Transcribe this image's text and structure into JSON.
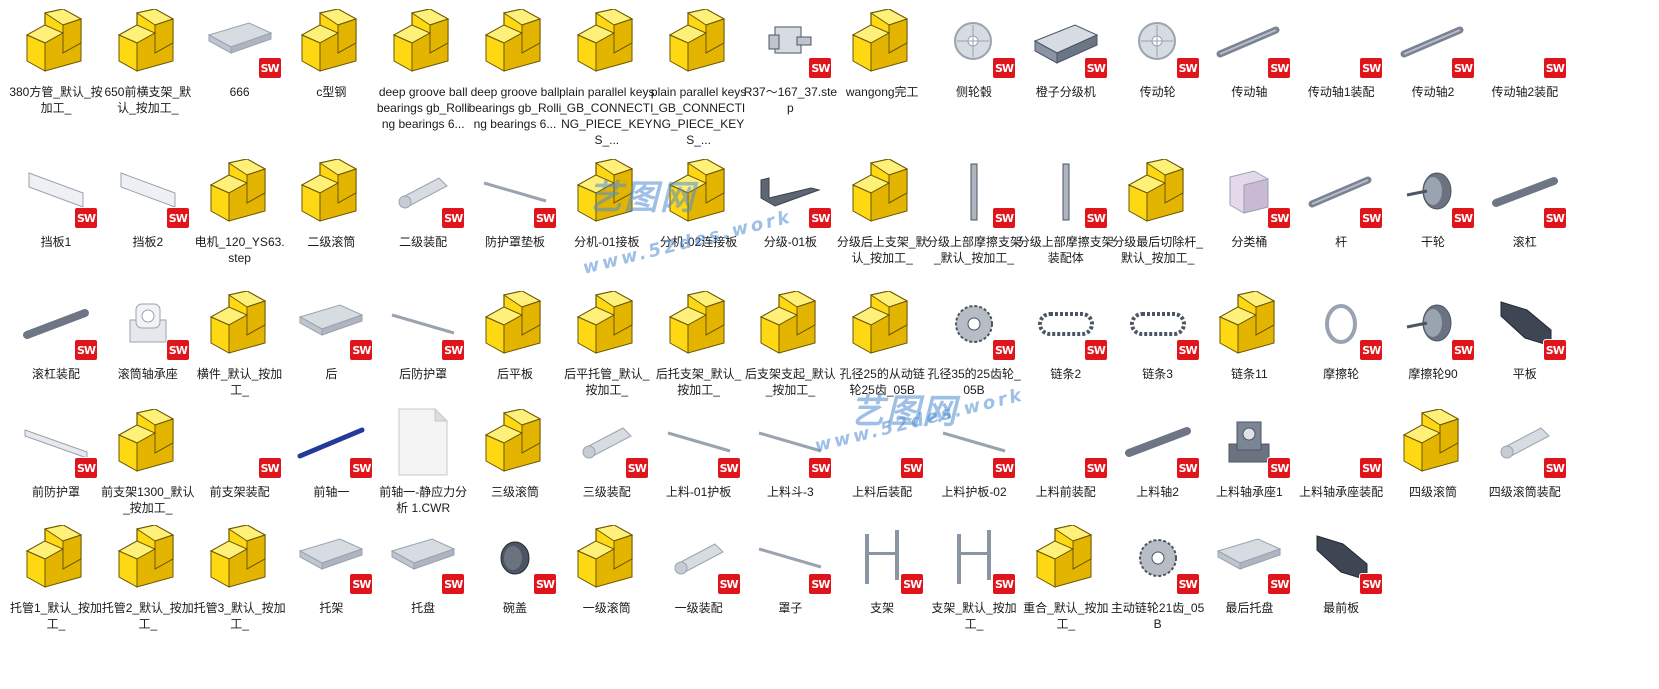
{
  "files": [
    {
      "label": "380方管_默认_按加工_",
      "icon": "folder-part"
    },
    {
      "label": "650前横支架_默认_按加工_",
      "icon": "folder-part"
    },
    {
      "label": "666",
      "icon": "sw-tray"
    },
    {
      "label": "c型钢",
      "icon": "folder-part"
    },
    {
      "label": "deep groove ball bearings gb_Rolling bearings 6...",
      "icon": "folder-part"
    },
    {
      "label": "deep groove ball bearings gb_Rolling bearings 6...",
      "icon": "folder-part"
    },
    {
      "label": "plain parallel keys_GB_CONNECTING_PIECE_KEYS_...",
      "icon": "folder-part"
    },
    {
      "label": "plain parallel keys_GB_CONNECTING_PIECE_KEYS_...",
      "icon": "folder-part"
    },
    {
      "label": "R37～167_37.step",
      "icon": "sw-gearbox"
    },
    {
      "label": "wangong完工",
      "icon": "folder-part"
    },
    {
      "label": "侧轮毂",
      "icon": "sw-wheel"
    },
    {
      "label": "橙子分级机",
      "icon": "sw-machine"
    },
    {
      "label": "传动轮",
      "icon": "sw-wheel"
    },
    {
      "label": "传动轴",
      "icon": "sw-shaft"
    },
    {
      "label": "传动轴1装配",
      "icon": "sw-blank"
    },
    {
      "label": "传动轴2",
      "icon": "sw-shaft"
    },
    {
      "label": "传动轴2装配",
      "icon": "sw-blank"
    },
    {
      "label": "挡板1",
      "icon": "sw-plate"
    },
    {
      "label": "挡板2",
      "icon": "sw-plate"
    },
    {
      "label": "电机_120_YS63.step",
      "icon": "folder-part"
    },
    {
      "label": "二级滚筒",
      "icon": "folder-part"
    },
    {
      "label": "二级装配",
      "icon": "sw-drum"
    },
    {
      "label": "防护罩垫板",
      "icon": "sw-rod"
    },
    {
      "label": "分机-01接板",
      "icon": "folder-part"
    },
    {
      "label": "分机-02连接板",
      "icon": "folder-part"
    },
    {
      "label": "分级-01板",
      "icon": "sw-bracket"
    },
    {
      "label": "分级后上支架_默认_按加工_",
      "icon": "folder-part"
    },
    {
      "label": "分级上部摩擦支架_默认_按加工_",
      "icon": "sw-vrod"
    },
    {
      "label": "分级上部摩擦支架装配体",
      "icon": "sw-vrod"
    },
    {
      "label": "分级最后切除杆_默认_按加工_",
      "icon": "folder-part"
    },
    {
      "label": "分类桶",
      "icon": "sw-box"
    },
    {
      "label": "杆",
      "icon": "sw-shaft"
    },
    {
      "label": "干轮",
      "icon": "sw-pulley"
    },
    {
      "label": "滚杠",
      "icon": "sw-roller"
    },
    {
      "label": "滚杠装配",
      "icon": "sw-roller"
    },
    {
      "label": "滚筒轴承座",
      "icon": "sw-bearing"
    },
    {
      "label": "横件_默认_按加工_",
      "icon": "folder-part"
    },
    {
      "label": "后",
      "icon": "sw-tray"
    },
    {
      "label": "后防护罩",
      "icon": "sw-rod"
    },
    {
      "label": "后平板",
      "icon": "folder-part"
    },
    {
      "label": "后平托管_默认_按加工_",
      "icon": "folder-part"
    },
    {
      "label": "后托支架_默认_按加工_",
      "icon": "folder-part"
    },
    {
      "label": "后支架支起_默认_按加工_",
      "icon": "folder-part"
    },
    {
      "label": "孔径25的从动链轮25齿_05B",
      "icon": "folder-part"
    },
    {
      "label": "孔径35的25齿轮_05B",
      "icon": "sw-sprocket"
    },
    {
      "label": "链条2",
      "icon": "sw-chain"
    },
    {
      "label": "链条3",
      "icon": "sw-chain"
    },
    {
      "label": "链条11",
      "icon": "folder-part"
    },
    {
      "label": "摩擦轮",
      "icon": "sw-ring"
    },
    {
      "label": "摩擦轮90",
      "icon": "sw-pulley"
    },
    {
      "label": "平板",
      "icon": "sw-darkplate"
    },
    {
      "label": "前防护罩",
      "icon": "sw-guard"
    },
    {
      "label": "前支架1300_默认_按加工_",
      "icon": "folder-part"
    },
    {
      "label": "前支架装配",
      "icon": "sw-blank"
    },
    {
      "label": "前轴一",
      "icon": "sw-blueshaft"
    },
    {
      "label": "前轴一-静应力分析 1.CWR",
      "icon": "doc"
    },
    {
      "label": "三级滚筒",
      "icon": "folder-part"
    },
    {
      "label": "三级装配",
      "icon": "sw-drum"
    },
    {
      "label": "上料-01护板",
      "icon": "sw-rod"
    },
    {
      "label": "上料斗-3",
      "icon": "sw-rod"
    },
    {
      "label": "上料后装配",
      "icon": "sw-blank"
    },
    {
      "label": "上料护板-02",
      "icon": "sw-rod"
    },
    {
      "label": "上料前装配",
      "icon": "sw-blank"
    },
    {
      "label": "上料轴2",
      "icon": "sw-roller"
    },
    {
      "label": "上料轴承座1",
      "icon": "sw-bearingdark"
    },
    {
      "label": "上料轴承座装配",
      "icon": "sw-blank"
    },
    {
      "label": "四级滚筒",
      "icon": "folder-part"
    },
    {
      "label": "四级滚筒装配",
      "icon": "sw-drum"
    },
    {
      "label": "托管1_默认_按加工_",
      "icon": "folder-part"
    },
    {
      "label": "托管2_默认_按加工_",
      "icon": "folder-part"
    },
    {
      "label": "托管3_默认_按加工_",
      "icon": "folder-part"
    },
    {
      "label": "托架",
      "icon": "sw-tray"
    },
    {
      "label": "托盘",
      "icon": "sw-tray"
    },
    {
      "label": "碗盖",
      "icon": "sw-disc"
    },
    {
      "label": "一级滚筒",
      "icon": "folder-part"
    },
    {
      "label": "一级装配",
      "icon": "sw-drum"
    },
    {
      "label": "罩子",
      "icon": "sw-rod"
    },
    {
      "label": "支架",
      "icon": "sw-frame"
    },
    {
      "label": "支架_默认_按加工_",
      "icon": "sw-frame"
    },
    {
      "label": "重合_默认_按加工_",
      "icon": "folder-part"
    },
    {
      "label": "主动链轮21齿_05B",
      "icon": "sw-sprocket"
    },
    {
      "label": "最后托盘",
      "icon": "sw-tray"
    },
    {
      "label": "最前板",
      "icon": "sw-darkplate"
    }
  ],
  "sw_badge_text": "SW",
  "watermark": {
    "logo": "艺图网",
    "url": "www.52des.work"
  },
  "colors": {
    "folder": "#ffd814",
    "folder_dark": "#e3b500",
    "folder_edge": "#6b5600",
    "sw_badge": "#e0151b",
    "watermark": "#5a9ad8"
  }
}
